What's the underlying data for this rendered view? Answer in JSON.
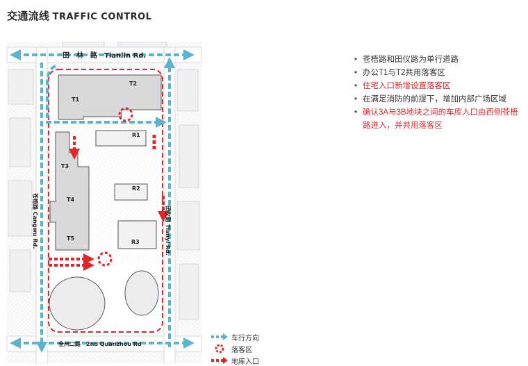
{
  "title": {
    "cn": "交通流线",
    "en": "TRAFFIC CONTROL"
  },
  "map": {
    "road_top": "田　林　路　Tianlin Rd.",
    "road_bottom": "全州二路　2nd Quanzhou Rd",
    "road_left": "苍梧路 Cangwu Rd.",
    "road_right": "田仪路 Tianyi Rd.",
    "buildings": [
      "T1",
      "T2",
      "T3",
      "T4",
      "T5",
      "R1",
      "R2",
      "R3"
    ]
  },
  "legend": {
    "traffic_direction": "车行方向",
    "dropoff_zone": "落客区",
    "garage_entrance": "地库入口"
  },
  "notes": [
    {
      "text": "苍梧路和田仪路为单行道路",
      "highlight": false
    },
    {
      "text": "办公T1与T2共用落客区",
      "highlight": false
    },
    {
      "text": "住宅入口新增设置落客区",
      "highlight": true
    },
    {
      "text": "在满足消防的前提下，增加内部广场区域",
      "highlight": false
    },
    {
      "text": "确认3A与3B地块之间的车库入口由西侧苍梧路进入，并共用落客区",
      "highlight": true
    }
  ],
  "colors": {
    "traffic_arrow": "#5bb3cf",
    "accent_red": "#e0262b",
    "building_fill": "#d9d9d9",
    "text": "#333333"
  }
}
